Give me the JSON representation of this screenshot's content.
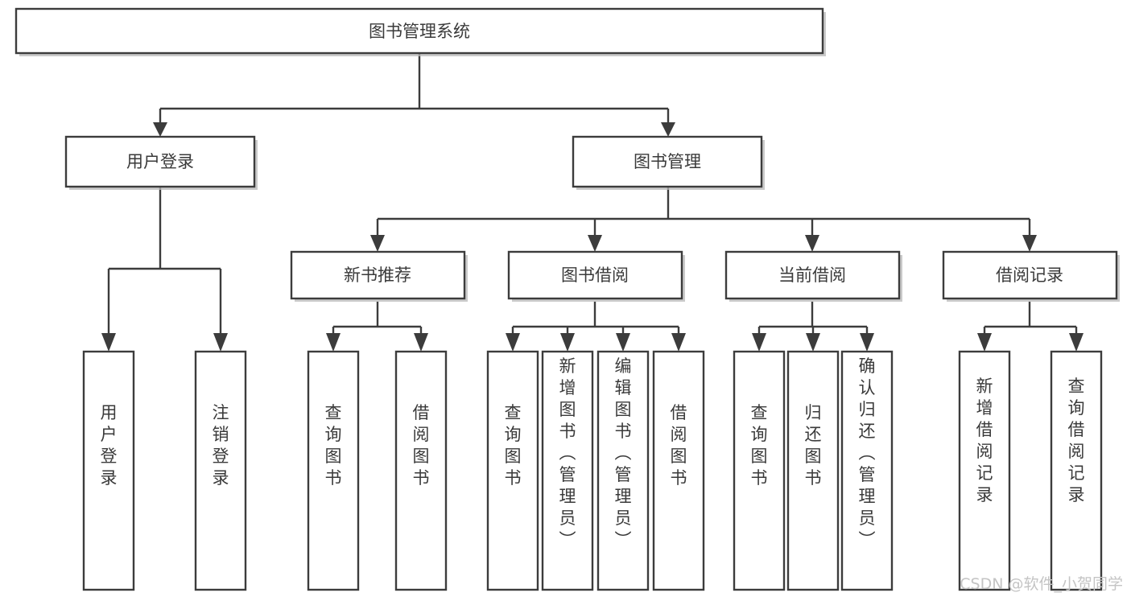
{
  "diagram": {
    "title": "图书管理系统",
    "type": "tree",
    "orientation": "top-down",
    "colors": {
      "stroke": "#3c3c3c",
      "box_fill": "#ffffff",
      "text": "#3a3a3a",
      "shadow": "#b8b8b8",
      "watermark": "#c4c4c4",
      "background": "#ffffff"
    },
    "root": {
      "id": "root",
      "label": "图书管理系统",
      "orientation": "horizontal"
    },
    "level2": [
      {
        "id": "user-login",
        "label": "用户登录",
        "orientation": "horizontal"
      },
      {
        "id": "book-management",
        "label": "图书管理",
        "orientation": "horizontal"
      }
    ],
    "level3": [
      {
        "id": "new-book-recommend",
        "label": "新书推荐",
        "orientation": "horizontal",
        "parent": "book-management"
      },
      {
        "id": "book-borrow",
        "label": "图书借阅",
        "orientation": "horizontal",
        "parent": "book-management"
      },
      {
        "id": "current-borrow",
        "label": "当前借阅",
        "orientation": "horizontal",
        "parent": "book-management"
      },
      {
        "id": "borrow-record",
        "label": "借阅记录",
        "orientation": "horizontal",
        "parent": "book-management"
      }
    ],
    "leaves": [
      {
        "id": "leaf-user-login",
        "label": "用户登录",
        "orientation": "vertical",
        "parent": "user-login"
      },
      {
        "id": "leaf-user-logout",
        "label": "注销登录",
        "orientation": "vertical",
        "parent": "user-login"
      },
      {
        "id": "leaf-query-book-1",
        "label": "查询图书",
        "orientation": "vertical",
        "parent": "new-book-recommend"
      },
      {
        "id": "leaf-borrow-book-1",
        "label": "借阅图书",
        "orientation": "vertical",
        "parent": "new-book-recommend"
      },
      {
        "id": "leaf-query-book-2",
        "label": "查询图书",
        "orientation": "vertical",
        "parent": "book-borrow"
      },
      {
        "id": "leaf-add-book-admin",
        "label": "新增图书（管理员）",
        "orientation": "vertical",
        "parent": "book-borrow"
      },
      {
        "id": "leaf-edit-book-admin",
        "label": "编辑图书（管理员）",
        "orientation": "vertical",
        "parent": "book-borrow"
      },
      {
        "id": "leaf-borrow-book-2",
        "label": "借阅图书",
        "orientation": "vertical",
        "parent": "book-borrow"
      },
      {
        "id": "leaf-query-book-3",
        "label": "查询图书",
        "orientation": "vertical",
        "parent": "current-borrow"
      },
      {
        "id": "leaf-return-book",
        "label": "归还图书",
        "orientation": "vertical",
        "parent": "current-borrow"
      },
      {
        "id": "leaf-confirm-return-admin",
        "label": "确认归还（管理员）",
        "orientation": "vertical",
        "parent": "current-borrow"
      },
      {
        "id": "leaf-add-borrow-record",
        "label": "新增借阅记录",
        "orientation": "vertical",
        "parent": "borrow-record"
      },
      {
        "id": "leaf-query-borrow-record",
        "label": "查询借阅记录",
        "orientation": "vertical",
        "parent": "borrow-record"
      }
    ],
    "watermark": "CSDN @软件_小贺同学"
  }
}
